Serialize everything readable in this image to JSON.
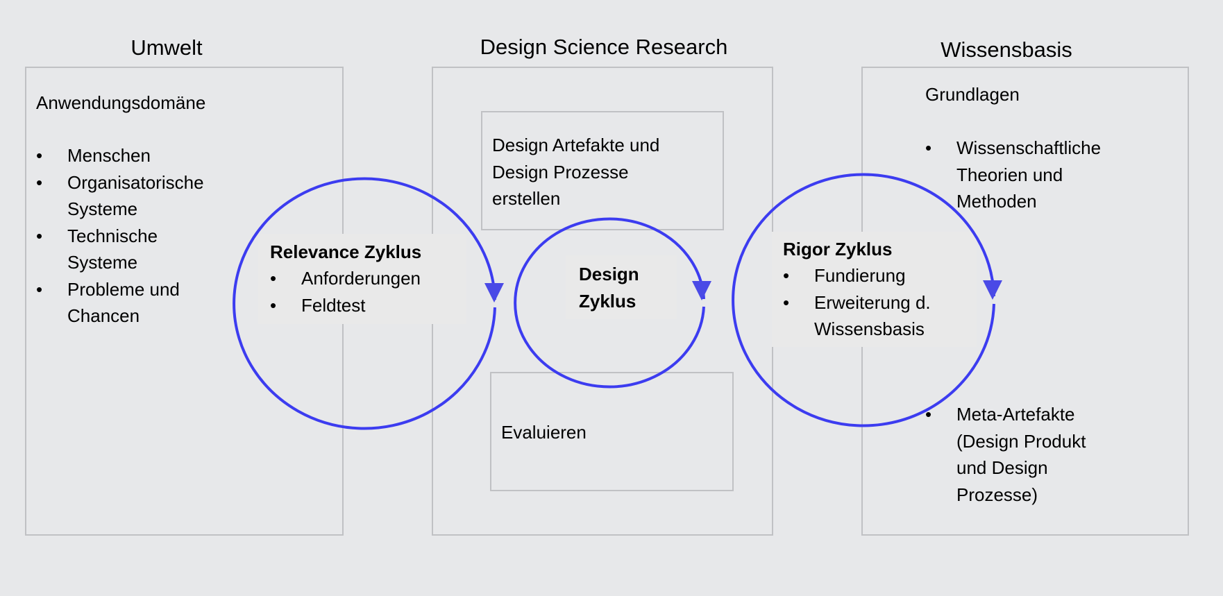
{
  "columns": {
    "umwelt": {
      "heading": "Umwelt",
      "subheading": "Anwendungsdomäne",
      "items": [
        "Menschen",
        "Organisatorische\nSysteme",
        "Technische\nSysteme",
        "Probleme und\nChancen"
      ]
    },
    "dsr": {
      "heading": "Design Science Research",
      "build_box": "Design Artefakte und\nDesign Prozesse\nerstellen",
      "evaluate_box": "Evaluieren"
    },
    "wissensbasis": {
      "heading": "Wissensbasis",
      "subheading": "Grundlagen",
      "items_top": [
        "Wissenschaftliche\nTheorien und\nMethoden"
      ],
      "items_bottom": [
        "Meta-Artefakte\n(Design Produkt\nund Design\nProzesse)"
      ]
    }
  },
  "cycles": {
    "relevance": {
      "title": "Relevance Zyklus",
      "items": [
        "Anforderungen",
        "Feldtest"
      ]
    },
    "design": {
      "title": "Design\nZyklus"
    },
    "rigor": {
      "title": "Rigor Zyklus",
      "items": [
        "Fundierung",
        "Erweiterung d.\nWissensbasis"
      ]
    }
  },
  "colors": {
    "background": "#e7e8ea",
    "box_border": "#c0c1c4",
    "cycle_stroke": "#3c3cf0",
    "arrow_fill": "#4a4ae6"
  }
}
